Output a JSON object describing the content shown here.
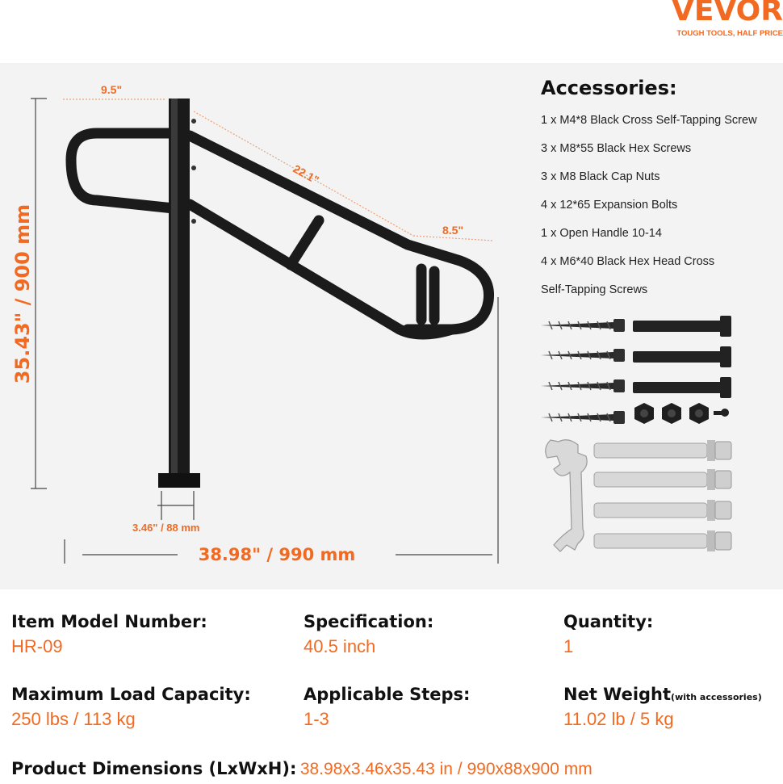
{
  "brand": {
    "logo": "VEVOR",
    "tagline": "TOUGH TOOLS, HALF PRICE"
  },
  "dimensions": {
    "top_width": "9.5\"",
    "diagonal": "22.1\"",
    "bottom_width": "8.5\"",
    "height": "35.43\" / 900 mm",
    "base": "3.46\" / 88 mm",
    "length": "38.98\" / 990 mm"
  },
  "accessories": {
    "title": "Accessories:",
    "items": [
      "1 x M4*8 Black Cross Self-Tapping Screw",
      "3 x M8*55 Black Hex Screws",
      "3 x M8 Black Cap Nuts",
      "4 x 12*65 Expansion Bolts",
      "1 x Open Handle 10-14",
      "4 x M6*40 Black Hex Head Cross",
      "Self-Tapping Screws"
    ]
  },
  "specs": {
    "model": {
      "label": "Item Model Number:",
      "value": "HR-09"
    },
    "specification": {
      "label": "Specification:",
      "value": "40.5 inch"
    },
    "quantity": {
      "label": "Quantity:",
      "value": "1"
    },
    "load": {
      "label": "Maximum Load Capacity:",
      "value": "250 lbs / 113 kg"
    },
    "steps": {
      "label": "Applicable Steps:",
      "value": "1-3"
    },
    "weight": {
      "label": "Net Weight",
      "label_small": "(with accessories)",
      "value": "11.02 lb / 5 kg"
    },
    "product_dims": {
      "label": "Product Dimensions (LxWxH):",
      "value": "38.98x3.46x35.43 in / 990x88x900 mm"
    }
  },
  "colors": {
    "accent": "#f26a21",
    "rail": "#1b1b1b",
    "panel": "#f3f3f3"
  }
}
